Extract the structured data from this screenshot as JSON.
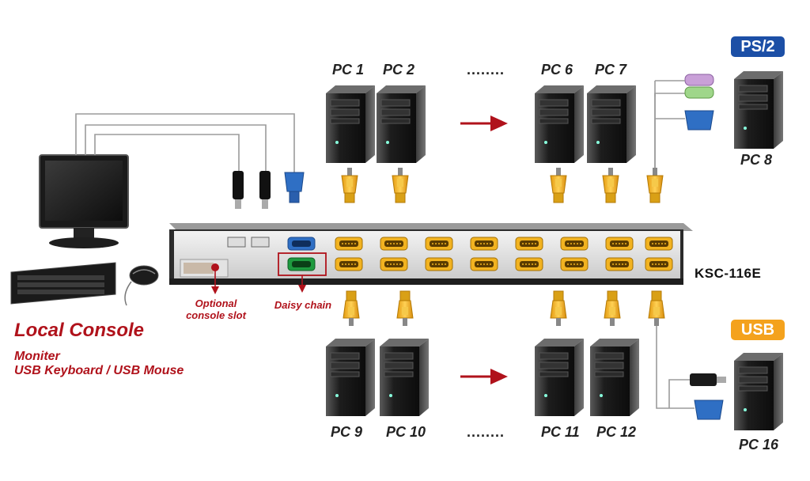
{
  "local_console": {
    "title": "Local Console",
    "line1": "Moniter",
    "line2": "USB Keyboard / USB Mouse"
  },
  "device": {
    "model": "KSC-116E"
  },
  "annotations": {
    "optional_slot_line1": "Optional",
    "optional_slot_line2": "console slot",
    "daisy_chain": "Daisy chain"
  },
  "badges": {
    "ps2": "PS/2",
    "usb": "USB"
  },
  "top_row": {
    "pc1": "PC 1",
    "pc2": "PC 2",
    "pc6": "PC 6",
    "pc7": "PC 7",
    "pc8": "PC 8",
    "ellipsis": "........"
  },
  "bottom_row": {
    "pc9": "PC 9",
    "pc10": "PC 10",
    "pc11": "PC 11",
    "pc12": "PC 12",
    "pc16": "PC 16",
    "ellipsis": "........"
  },
  "colors": {
    "accent_red": "#b0121b",
    "ps2_badge": "#1c4fa6",
    "usb_badge": "#f4a21d",
    "vga_gold": "#f2b321",
    "vga_blue": "#2f6fc4",
    "vga_green": "#1e9a3f",
    "tower": "#1b1b1b"
  }
}
